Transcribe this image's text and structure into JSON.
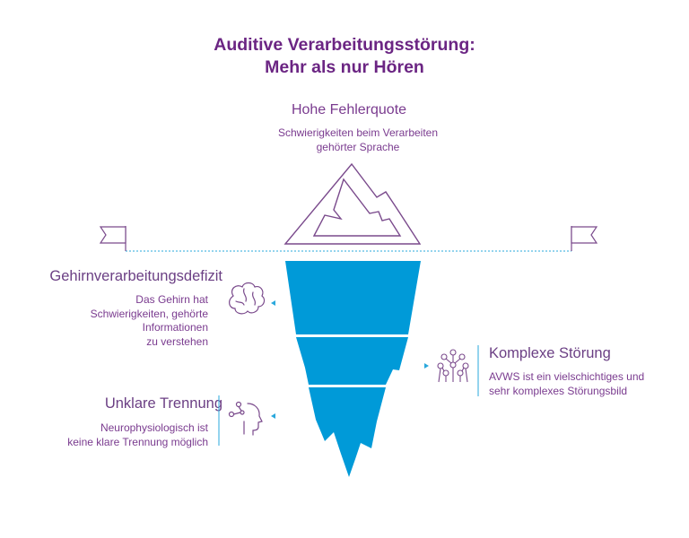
{
  "title": {
    "line1": "Auditive Verarbeitungsstörung:",
    "line2": "Mehr als nur Hören"
  },
  "top": {
    "heading": "Hohe Fehlerquote",
    "desc": [
      "Schwierigkeiten beim Verarbeiten",
      "gehörter Sprache"
    ]
  },
  "left1": {
    "heading": "Gehirnverarbeitungsdefizit",
    "desc": [
      "Das Gehirn hat",
      "Schwierigkeiten, gehörte",
      "Informationen",
      "zu verstehen"
    ],
    "icon": "brain-icon"
  },
  "left2": {
    "heading": "Unklare Trennung",
    "desc": [
      "Neurophysiologisch ist",
      "keine klare Trennung möglich"
    ],
    "icon": "head-network-icon"
  },
  "right": {
    "heading": "Komplexe Störung",
    "desc": [
      "AVWS ist ein vielschichtiges und",
      "sehr komplexes Störungsbild"
    ],
    "icon": "molecule-structure-icon"
  },
  "colors": {
    "purple": "#6b2583",
    "iceberg_blue": "#009ad8",
    "accent_cyan": "#2aa8dc",
    "outline_purple": "#7a4a8c"
  }
}
